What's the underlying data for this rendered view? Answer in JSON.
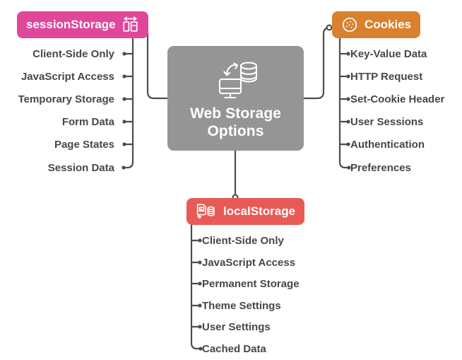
{
  "diagram": {
    "title": "Web Storage Options",
    "type": "mind-map",
    "background_color": "#ffffff",
    "connector_color": "#4d4d4d",
    "leaf_text_color": "#474747"
  },
  "center": {
    "label_line1": "Web Storage",
    "label_line2": "Options",
    "color": "#959595",
    "icon": "monitor-database-sync-icon"
  },
  "branches": [
    {
      "id": "session-storage",
      "label": "sessionStorage",
      "color": "#e0479a",
      "icon": "layout-resize-icon",
      "side": "left",
      "items": [
        "Client-Side Only",
        "JavaScript Access",
        "Temporary Storage",
        "Form Data",
        "Page States",
        "Session Data"
      ]
    },
    {
      "id": "cookies",
      "label": "Cookies",
      "color": "#d9812f",
      "icon": "cookie-icon",
      "side": "right",
      "items": [
        "Key-Value Data",
        "HTTP Request",
        "Set-Cookie Header",
        "User Sessions",
        "Authentication",
        "Preferences"
      ]
    },
    {
      "id": "local-storage",
      "label": "localStorage",
      "color": "#e85a55",
      "icon": "file-save-database-icon",
      "side": "bottom",
      "items": [
        "Client-Side Only",
        "JavaScript Access",
        "Permanent Storage",
        "Theme Settings",
        "User Settings",
        "Cached Data"
      ]
    }
  ]
}
